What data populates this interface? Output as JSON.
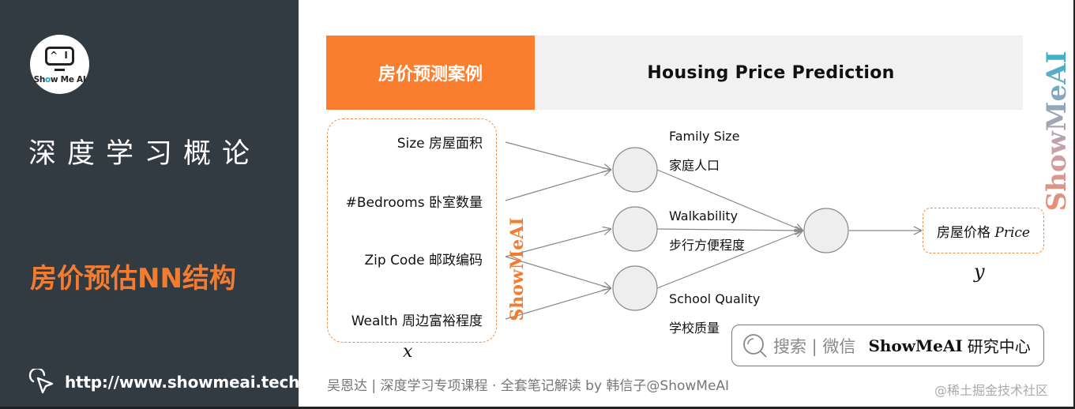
{
  "sidebar": {
    "logo": {
      "eyes": "^ I",
      "brand_pre": "Sh",
      "brand_o": "o",
      "brand_post": "w Me AI"
    },
    "course_title": "深度学习概论",
    "section_title": "房价预估NN结构",
    "site_url": "http://www.showmeai.tech/",
    "colors": {
      "background": "#323a42",
      "accent": "#f47c30"
    }
  },
  "header": {
    "left_label": "房价预测案例",
    "right_label": "Housing Price Prediction",
    "colors": {
      "left_bg": "#fb7e2f",
      "right_bg": "#f1f1f1"
    }
  },
  "diagram": {
    "inputs": [
      {
        "label": "Size 房屋面积"
      },
      {
        "label": "#Bedrooms 卧室数量"
      },
      {
        "label": "Zip Code 邮政编码"
      },
      {
        "label": "Wealth 周边富裕程度"
      }
    ],
    "input_symbol": "x",
    "hidden": [
      {
        "en": "Family Size",
        "cn": "家庭人口"
      },
      {
        "en": "Walkability",
        "cn": "步行方便程度"
      },
      {
        "en": "School Quality",
        "cn": "学校质量"
      }
    ],
    "output": {
      "cn": "房屋价格",
      "en": "Price"
    },
    "output_symbol": "y",
    "colors": {
      "node_fill": "#eeeeee",
      "node_stroke": "#888888",
      "edge": "#888888",
      "dashed_box": "#f08d4a"
    }
  },
  "watermarks": {
    "vertical_orange": "ShowMeAI",
    "vertical_gradient": "ShowMeAI"
  },
  "search_badge": {
    "prefix": "搜索 | 微信",
    "brand": "ShowMeAI",
    "suffix": "研究中心"
  },
  "footer": {
    "credit": "吴恩达 | 深度学习专项课程 · 全套笔记解读  by 韩信子@ShowMeAI",
    "source": "@稀土掘金技术社区"
  }
}
